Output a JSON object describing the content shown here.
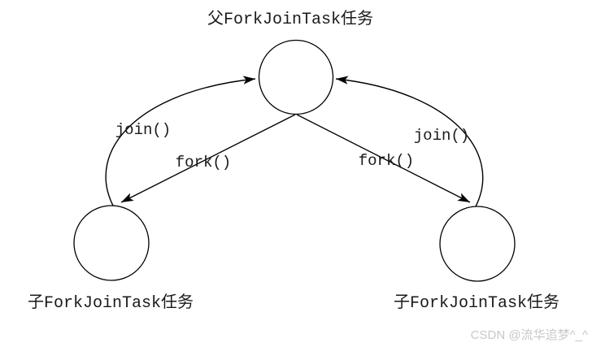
{
  "diagram": {
    "nodes": {
      "parent": {
        "label": "父ForkJoinTask任务"
      },
      "child_left": {
        "label": "子ForkJoinTask任务"
      },
      "child_right": {
        "label": "子ForkJoinTask任务"
      }
    },
    "edges": {
      "join_left": {
        "label": "join()"
      },
      "fork_left": {
        "label": "fork()"
      },
      "fork_right": {
        "label": "fork()"
      },
      "join_right": {
        "label": "join()"
      }
    },
    "colors": {
      "line": "#000000",
      "background": "#ffffff",
      "watermark_text": "#c8c8c8"
    }
  },
  "watermark": {
    "text": "CSDN @流华追梦^_^"
  }
}
